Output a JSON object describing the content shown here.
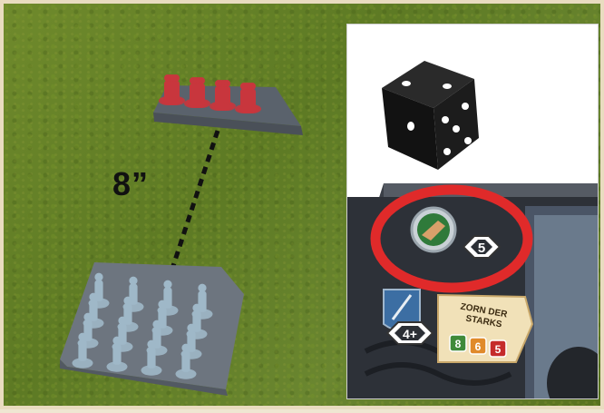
{
  "distance": {
    "label": "8”"
  },
  "units": {
    "red_squad": {
      "color": "#c8363d",
      "tray_color": "#6d7580"
    },
    "blue_squad": {
      "color": "#9fb8c8",
      "tray_color": "#6d7580"
    }
  },
  "die": {
    "face_value": "5",
    "color": "#111111"
  },
  "unit_card": {
    "stat_value": "5",
    "save_value": "4+",
    "ability_name_line1": "ZORN DER",
    "ability_name_line2": "STARKS",
    "attack_dice": [
      "8",
      "6",
      "5"
    ],
    "attack_dice_colors": [
      "#3f8a3a",
      "#e08a2a",
      "#c52b2b"
    ],
    "highlight_color": "#e02a2a",
    "ability_icon": "archer-icon",
    "weapon_icon": "sword-icon"
  }
}
